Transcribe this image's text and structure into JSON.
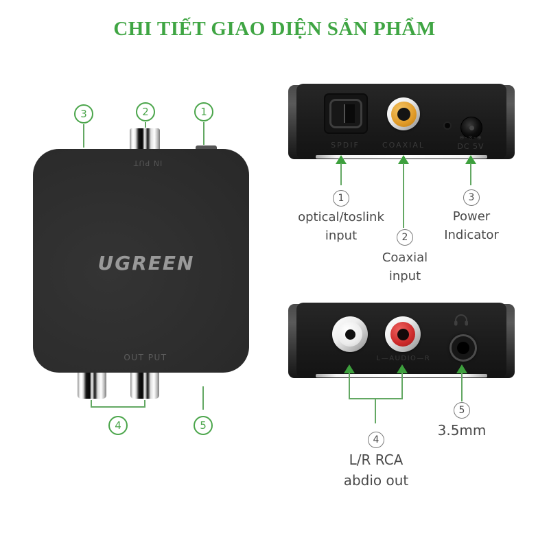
{
  "title": "CHI TIẾT GIAO DIỆN SẢN PHẨM",
  "device": {
    "brand": "UGREEN",
    "top_label": "IN PUT",
    "bottom_label": "OUT PUT"
  },
  "back_panel": {
    "spdif_label": "SPDIF",
    "coaxial_label": "COAXIAL",
    "dc_polarity": "⊖–⊙–⊕",
    "dc_label": "DC 5V"
  },
  "front_panel": {
    "audio_label": "L—AUDIO—R"
  },
  "annotations": {
    "a1": {
      "num": "1",
      "line1": "optical/toslink",
      "line2": "input"
    },
    "a2": {
      "num": "2",
      "line1": "Coaxial",
      "line2": "input"
    },
    "a3": {
      "num": "3",
      "line1": "Power",
      "line2": "Indicator"
    },
    "a4": {
      "num": "4",
      "line1": "L/R RCA",
      "line2": "abdio out"
    },
    "a5": {
      "num": "5",
      "line1": "3.5mm"
    }
  },
  "colors": {
    "title_green": "#3fa543",
    "callout_green": "#4aa54a",
    "arrow_green": "#3da03d",
    "label_gray": "#4a4a4a",
    "coaxial_yellow": "#e09a28",
    "rca_red": "#cc2a2a"
  }
}
